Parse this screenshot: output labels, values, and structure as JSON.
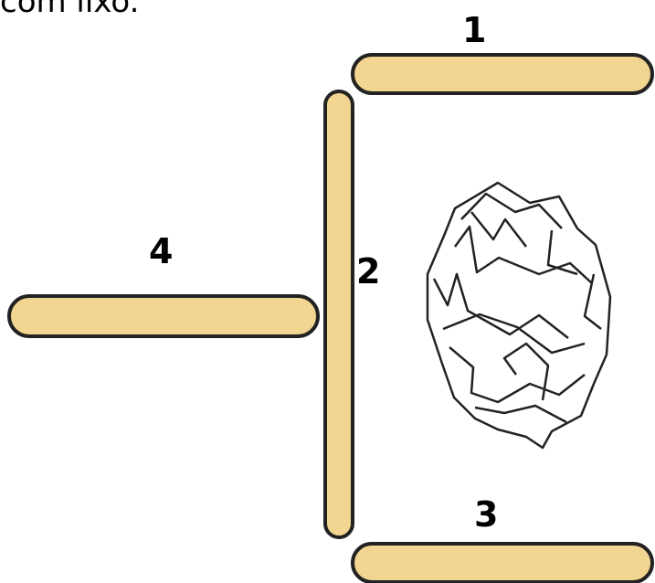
{
  "caption": "com lixo.",
  "sticks": [
    {
      "label": "1"
    },
    {
      "label": "2"
    },
    {
      "label": "3"
    },
    {
      "label": "4"
    }
  ],
  "colors": {
    "stick_fill": "#F2D591",
    "stick_stroke": "#222222",
    "paper_fill": "#ffffff",
    "paper_stroke": "#222222"
  },
  "icons": {
    "paper": "crumpled-paper-icon"
  }
}
